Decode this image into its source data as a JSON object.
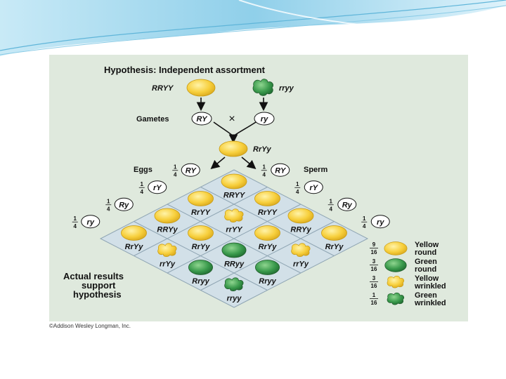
{
  "title": "Hypothesis: Independent assortment",
  "parents": {
    "left_genotype": "RRYY",
    "right_genotype": "rryy",
    "cross_symbol": "×"
  },
  "gametes": {
    "label": "Gametes",
    "left": "RY",
    "right": "ry"
  },
  "f1": {
    "genotype": "RrYy"
  },
  "eggs": {
    "label": "Eggs",
    "items": [
      {
        "fraction_num": "1",
        "fraction_den": "4",
        "allele": "RY"
      },
      {
        "fraction_num": "1",
        "fraction_den": "4",
        "allele": "rY"
      },
      {
        "fraction_num": "1",
        "fraction_den": "4",
        "allele": "Ry"
      },
      {
        "fraction_num": "1",
        "fraction_den": "4",
        "allele": "ry"
      }
    ]
  },
  "sperm": {
    "label": "Sperm",
    "items": [
      {
        "fraction_num": "1",
        "fraction_den": "4",
        "allele": "RY"
      },
      {
        "fraction_num": "1",
        "fraction_den": "4",
        "allele": "rY"
      },
      {
        "fraction_num": "1",
        "fraction_den": "4",
        "allele": "Ry"
      },
      {
        "fraction_num": "1",
        "fraction_den": "4",
        "allele": "ry"
      }
    ]
  },
  "grid_genotypes": [
    [
      "RRYY",
      "RrYY",
      "RRYy",
      "RrYy"
    ],
    [
      "RrYY",
      "rrYY",
      "RrYy",
      "rrYy"
    ],
    [
      "RRYy",
      "RrYy",
      "RRyy",
      "Rryy"
    ],
    [
      "RrYy",
      "rrYy",
      "Rryy",
      "rryy"
    ]
  ],
  "grid_phenotypes": [
    [
      "yellow-round",
      "yellow-round",
      "yellow-round",
      "yellow-round"
    ],
    [
      "yellow-round",
      "yellow-wrinkled",
      "yellow-round",
      "yellow-wrinkled"
    ],
    [
      "yellow-round",
      "yellow-round",
      "green-round",
      "green-round"
    ],
    [
      "yellow-round",
      "yellow-wrinkled",
      "green-round",
      "green-wrinkled"
    ]
  ],
  "legend": [
    {
      "fraction_num": "9",
      "fraction_den": "16",
      "line1": "Yellow",
      "line2": "round",
      "phenotype": "yellow-round"
    },
    {
      "fraction_num": "3",
      "fraction_den": "16",
      "line1": "Green",
      "line2": "round",
      "phenotype": "green-round"
    },
    {
      "fraction_num": "3",
      "fraction_den": "16",
      "line1": "Yellow",
      "line2": "wrinkled",
      "phenotype": "yellow-wrinkled"
    },
    {
      "fraction_num": "1",
      "fraction_den": "16",
      "line1": "Green",
      "line2": "wrinkled",
      "phenotype": "green-wrinkled"
    }
  ],
  "result_text": [
    "Actual results",
    "support",
    "hypothesis"
  ],
  "credit": "©Addison Wesley Longman, Inc.",
  "colors": {
    "background": "#dfe9dd",
    "grid_fill": "#d2e0e8",
    "yellow": "#f7cf3c",
    "green": "#3a9a4c",
    "banner": "#9fd3ea"
  }
}
